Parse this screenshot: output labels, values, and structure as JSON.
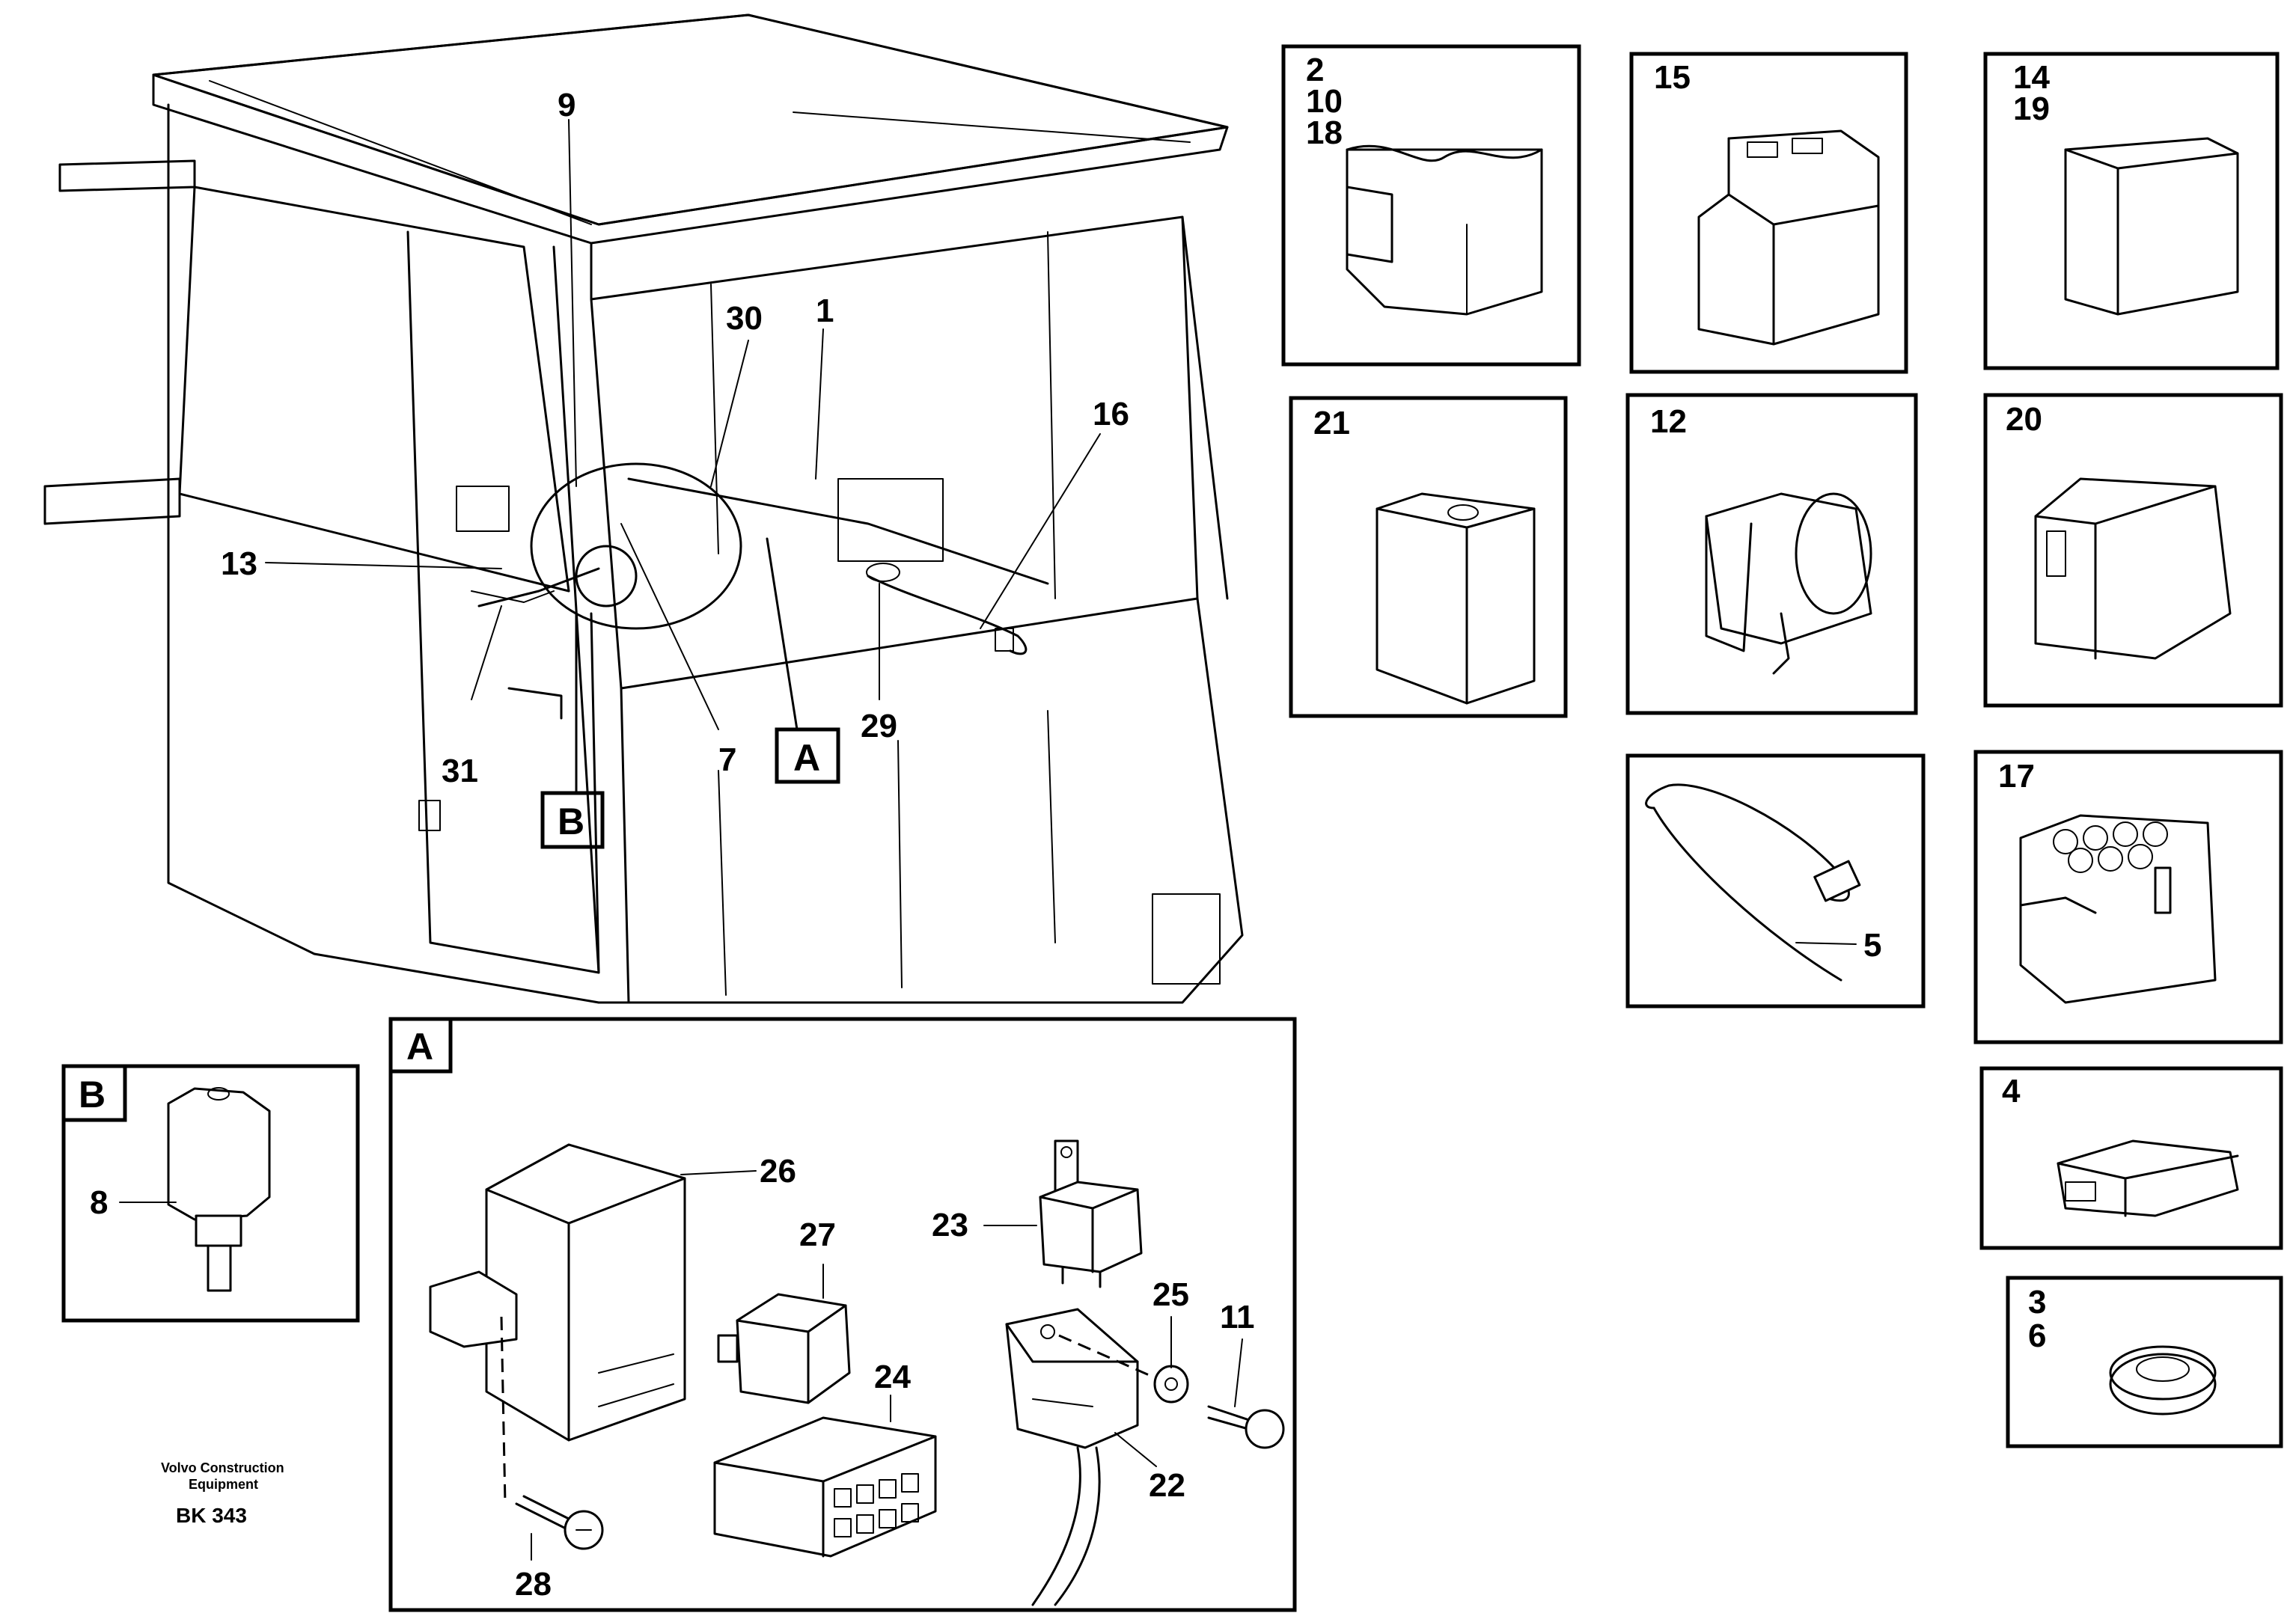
{
  "footer": {
    "company_line1": "Volvo Construction",
    "company_line2": "Equipment",
    "code": "BK 343"
  },
  "detail_labels": {
    "A": "A",
    "B": "B"
  },
  "cab_callouts": [
    "9",
    "30",
    "1",
    "16",
    "13",
    "31",
    "7",
    "29"
  ],
  "grid_panels": {
    "p_2_10_18": [
      "2",
      "10",
      "18"
    ],
    "p_15": [
      "15"
    ],
    "p_14_19": [
      "14",
      "19"
    ],
    "p_21": [
      "21"
    ],
    "p_12": [
      "12"
    ],
    "p_20": [
      "20"
    ],
    "p_5": [
      "5"
    ],
    "p_17": [
      "17"
    ],
    "p_4": [
      "4"
    ],
    "p_3_6": [
      "3",
      "6"
    ]
  },
  "detail_b_callouts": [
    "8"
  ],
  "detail_a_callouts": [
    "26",
    "27",
    "23",
    "25",
    "24",
    "11",
    "22",
    "28"
  ]
}
